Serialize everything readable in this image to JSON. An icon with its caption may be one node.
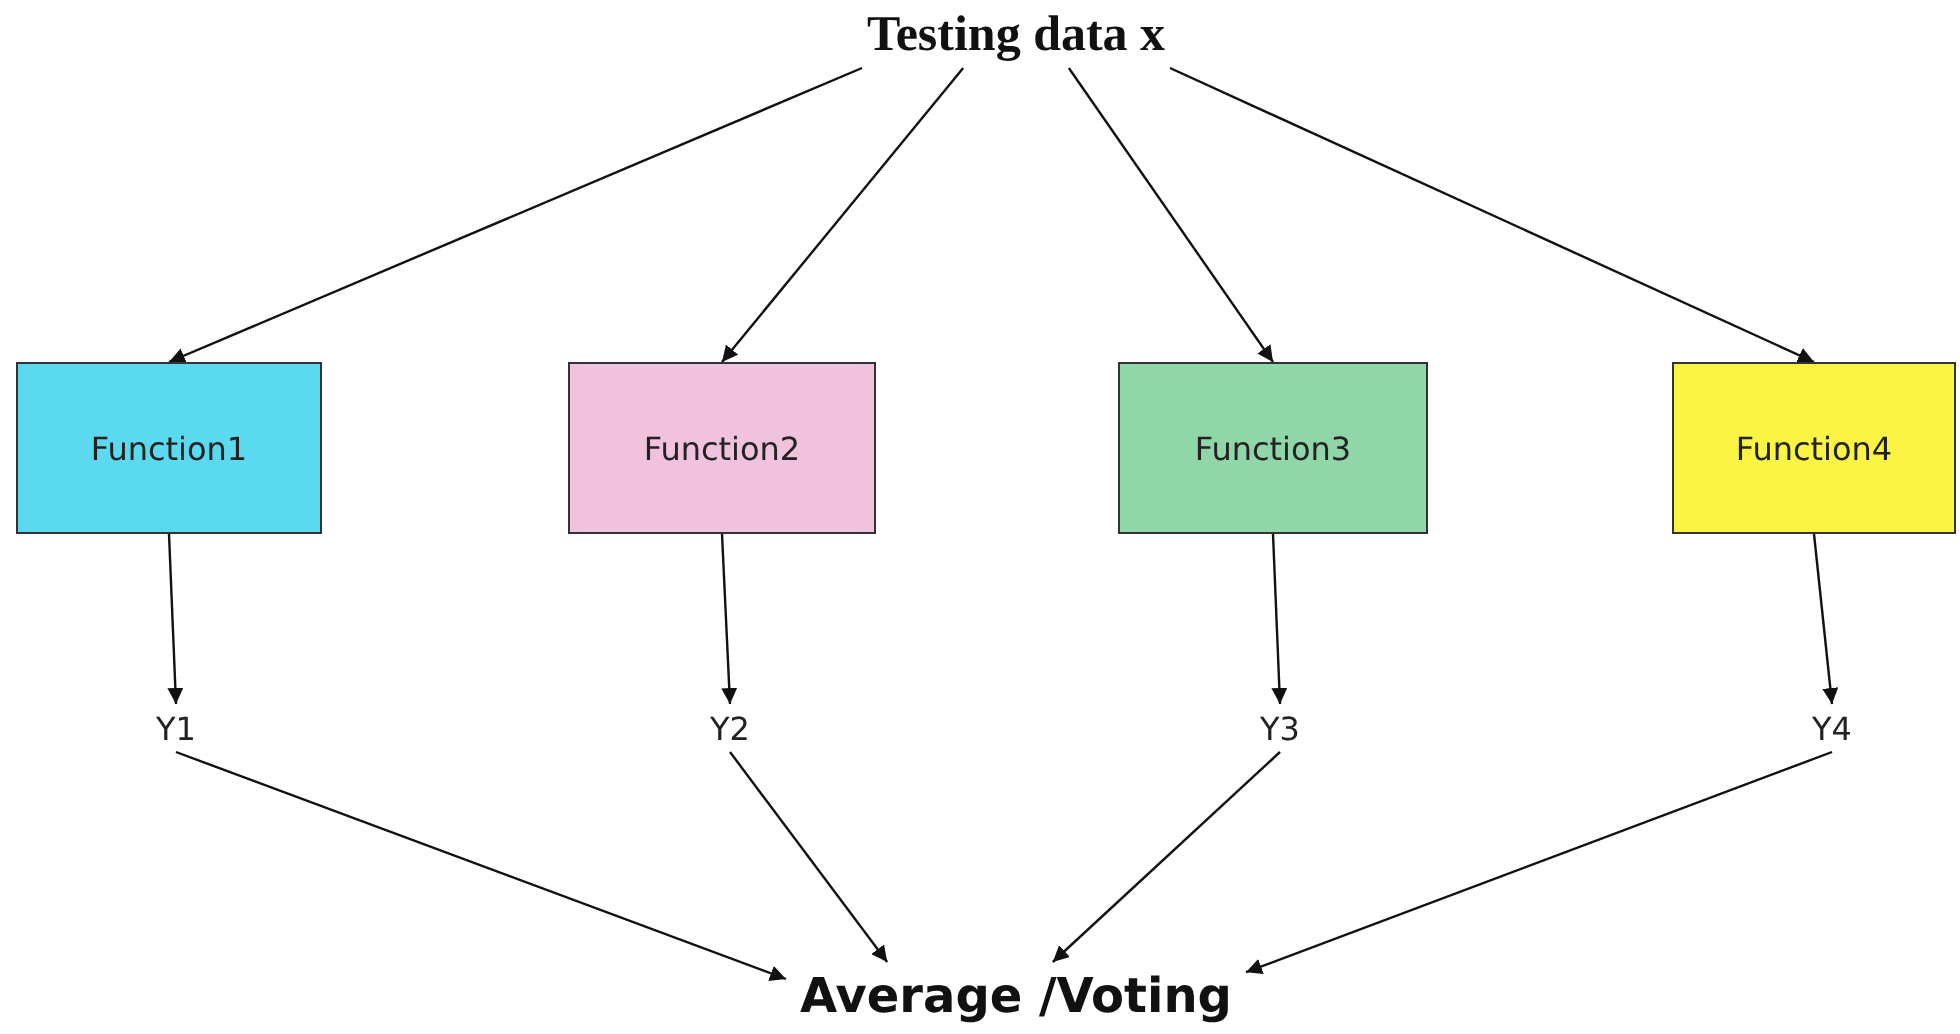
{
  "diagram": {
    "nodes": [
      {
        "text": [
          "Testing data x"
        ]
      },
      {
        "text": [
          "Function1"
        ]
      },
      {
        "text": [
          "Function2"
        ]
      },
      {
        "text": [
          "Function3"
        ]
      },
      {
        "text": [
          "Function4"
        ]
      },
      {
        "text": [
          "Y1"
        ]
      },
      {
        "text": [
          "Y2"
        ]
      },
      {
        "text": [
          "Y3"
        ]
      },
      {
        "text": [
          "Y4"
        ]
      },
      {
        "text": [
          "Average /Voting"
        ]
      }
    ],
    "edges": [
      {
        "from": 0,
        "to": 1,
        "arrow": "to"
      },
      {
        "from": 0,
        "to": 2,
        "arrow": "to"
      },
      {
        "from": 0,
        "to": 3,
        "arrow": "to"
      },
      {
        "from": 0,
        "to": 4,
        "arrow": "to"
      },
      {
        "from": 1,
        "to": 5,
        "arrow": "to"
      },
      {
        "from": 2,
        "to": 6,
        "arrow": "to"
      },
      {
        "from": 3,
        "to": 7,
        "arrow": "to"
      },
      {
        "from": 4,
        "to": 8,
        "arrow": "to"
      },
      {
        "from": 5,
        "to": 9,
        "arrow": "to"
      },
      {
        "from": 6,
        "to": 9,
        "arrow": "to"
      },
      {
        "from": 7,
        "to": 9,
        "arrow": "to"
      },
      {
        "from": 8,
        "to": 9,
        "arrow": "to"
      }
    ]
  }
}
